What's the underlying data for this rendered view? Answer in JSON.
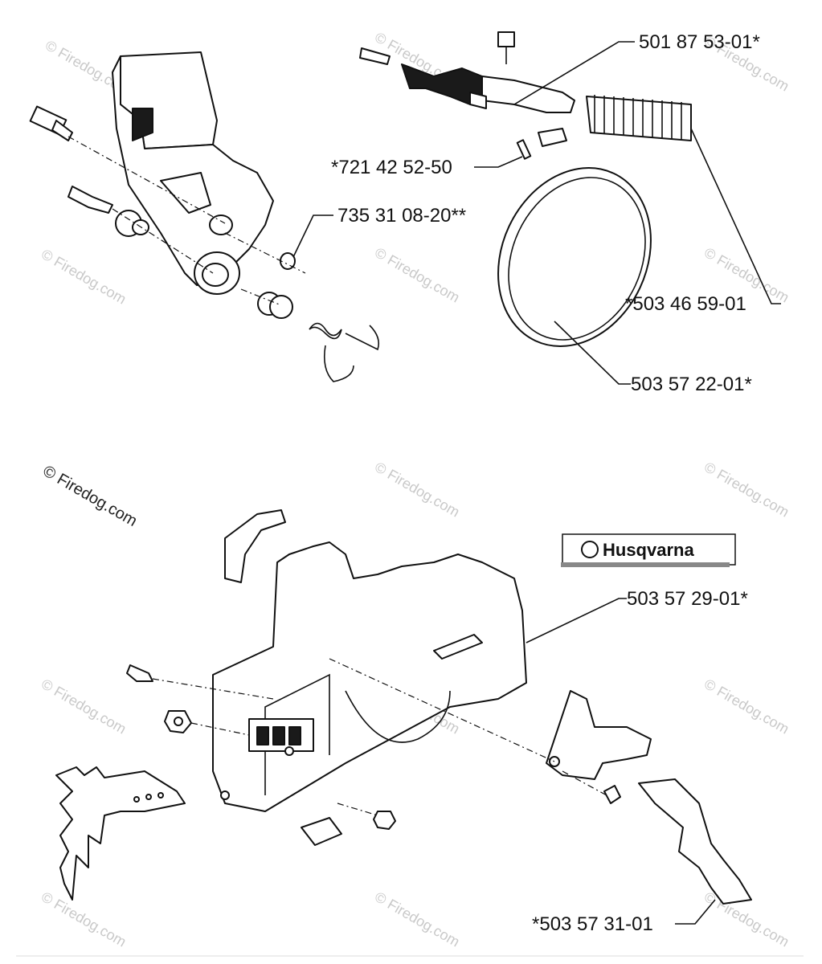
{
  "labels": {
    "chain_brake_lever": "501 87 53-01*",
    "pin": "*721 42 52-50",
    "retaining_ring": "735 31 08-20**",
    "spring": "*503 46 59-01",
    "brake_band": "503 57 22-01*",
    "clutch_cover": "503 57 29-01*",
    "chain_catcher": "*503 57 31-01"
  },
  "logo": {
    "text": "Husqvarna"
  },
  "watermark": {
    "text": "© Firedog.com"
  },
  "colors": {
    "ink": "#111111",
    "watermark": "#c9c9c9"
  }
}
